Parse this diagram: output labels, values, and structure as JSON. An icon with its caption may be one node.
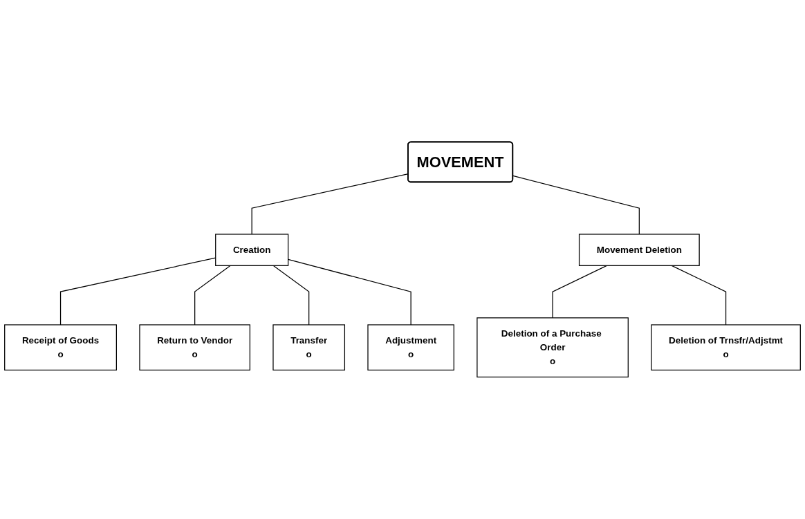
{
  "diagram": {
    "nodes": [
      {
        "text": [
          "MOVEMENT"
        ]
      },
      {
        "text": [
          "Creation"
        ]
      },
      {
        "text": [
          "Movement Deletion"
        ]
      },
      {
        "text": [
          "Receipt of Goods",
          "o"
        ]
      },
      {
        "text": [
          "Return to Vendor",
          "o"
        ]
      },
      {
        "text": [
          "Transfer",
          "o"
        ]
      },
      {
        "text": [
          "Adjustment",
          "o"
        ]
      },
      {
        "text": [
          "Deletion of a Purchase Order",
          "o"
        ]
      },
      {
        "text": [
          "Deletion of Trnsfr/Adjstmt",
          "o"
        ]
      }
    ],
    "edges": [
      {
        "from": 0,
        "to": 1,
        "arrow": "none"
      },
      {
        "from": 0,
        "to": 2,
        "arrow": "none"
      },
      {
        "from": 1,
        "to": 3,
        "arrow": "none"
      },
      {
        "from": 1,
        "to": 4,
        "arrow": "none"
      },
      {
        "from": 1,
        "to": 5,
        "arrow": "none"
      },
      {
        "from": 1,
        "to": 6,
        "arrow": "none"
      },
      {
        "from": 2,
        "to": 7,
        "arrow": "none"
      },
      {
        "from": 2,
        "to": 8,
        "arrow": "none"
      }
    ]
  }
}
